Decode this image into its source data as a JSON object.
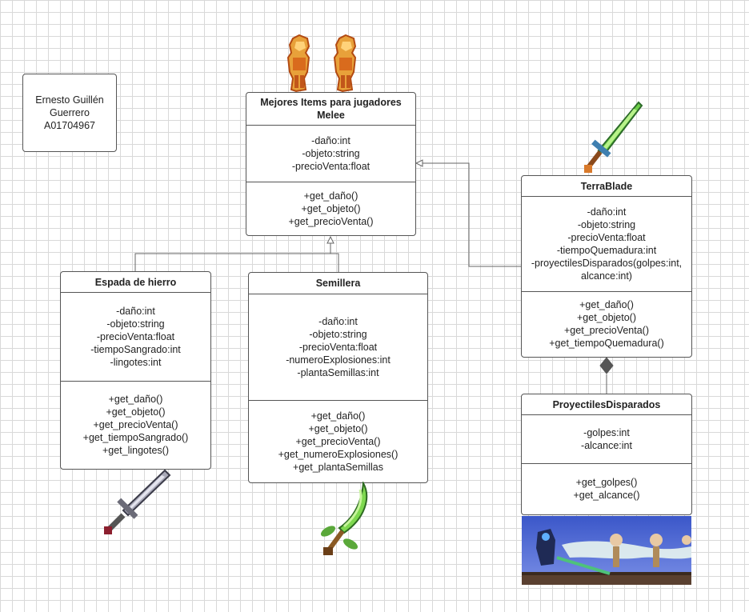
{
  "author": {
    "line1": "Ernesto Guillén",
    "line2": "Guerrero",
    "line3": "A01704967"
  },
  "classes": {
    "mejores": {
      "title": "Mejores Items para jugadores Melee",
      "attributes": [
        "-daño:int",
        "-objeto:string",
        "-precioVenta:float"
      ],
      "methods": [
        "+get_daño()",
        "+get_objeto()",
        "+get_precioVenta()"
      ]
    },
    "espada": {
      "title": "Espada de hierro",
      "attributes": [
        "-daño:int",
        "-objeto:string",
        "-precioVenta:float",
        "-tiempoSangrado:int",
        "-lingotes:int"
      ],
      "methods": [
        "+get_daño()",
        "+get_objeto()",
        "+get_precioVenta()",
        "+get_tiempoSangrado()",
        "+get_lingotes()"
      ]
    },
    "semillera": {
      "title": "Semillera",
      "attributes": [
        "-daño:int",
        "-objeto:string",
        "-precioVenta:float",
        "-numeroExplosiones:int",
        "-plantaSemillas:int"
      ],
      "methods": [
        "+get_daño()",
        "+get_objeto()",
        "+get_precioVenta()",
        "+get_numeroExplosiones()",
        "+get_plantaSemillas"
      ]
    },
    "terrablade": {
      "title": "TerraBlade",
      "attributes": [
        "-daño:int",
        "-objeto:string",
        "-precioVenta:float",
        "-tiempoQuemadura:int",
        "-proyectilesDisparados(golpes:int,",
        "alcance:int)"
      ],
      "methods": [
        "+get_daño()",
        "+get_objeto()",
        "+get_precioVenta()",
        "+get_tiempoQuemadura()"
      ]
    },
    "proyectiles": {
      "title": "ProyectilesDisparados",
      "attributes": [
        "-golpes:int",
        "-alcance:int"
      ],
      "methods": [
        "+get_golpes()",
        "+get_alcance()"
      ]
    }
  },
  "images": {
    "armor": "solar-armor-sprite",
    "terrablade": "terra-blade-sprite",
    "espada": "iron-broadsword-sprite",
    "semillera": "seedler-sprite",
    "game": "gameplay-screenshot"
  },
  "colors": {
    "border": "#555555",
    "grid": "#d9d9d9"
  }
}
